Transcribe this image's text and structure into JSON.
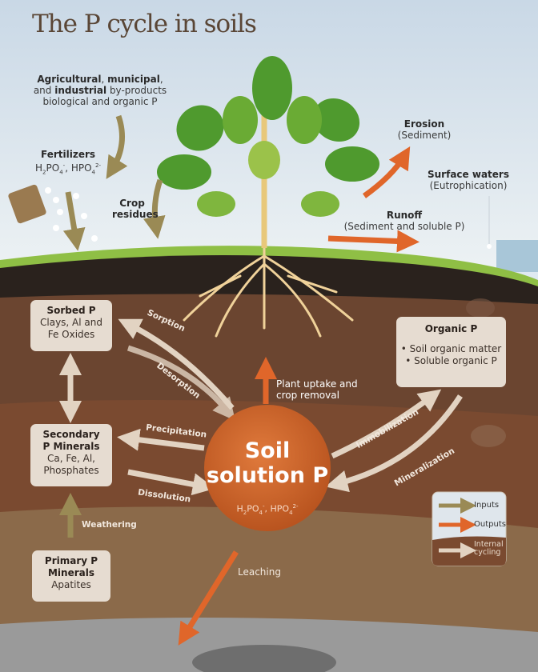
{
  "title": "The P cycle in soils",
  "inputs": {
    "byproducts": {
      "l1a": "Agricultural",
      "l1b": ", ",
      "l1c": "municipal",
      "l1d": ",",
      "l2a": "and ",
      "l2b": "industrial",
      "l2c": " by-products",
      "l3": "biological and organic P"
    },
    "fertilizers": {
      "title": "Fertilizers",
      "formula": [
        "H",
        "2",
        "PO",
        "4",
        "-",
        ", HPO",
        "4",
        "2-"
      ]
    },
    "crop_residues": [
      "Crop",
      "residues"
    ]
  },
  "outputs": {
    "erosion": {
      "title": "Erosion",
      "sub": "(Sediment)"
    },
    "surface_waters": {
      "title": "Surface waters",
      "sub": "(Eutrophication)"
    },
    "runoff": {
      "title": "Runoff",
      "sub": "(Sediment and soluble P)"
    },
    "leaching": "Leaching",
    "plant_uptake": [
      "Plant uptake and",
      "crop removal"
    ]
  },
  "pools": {
    "sorbed": {
      "title": "Sorbed P",
      "lines": [
        "Clays, Al and",
        "Fe Oxides"
      ]
    },
    "secondary": {
      "title": [
        "Secondary",
        "P Minerals"
      ],
      "lines": [
        "Ca, Fe, Al,",
        "Phosphates"
      ]
    },
    "primary": {
      "title": [
        "Primary P",
        "Minerals"
      ],
      "lines": [
        "Apatites"
      ]
    },
    "organic": {
      "title": "Organic P",
      "lines": [
        "• Soil organic matter",
        "• Soluble organic P"
      ]
    },
    "solution": {
      "title": [
        "Soil",
        "solution P"
      ],
      "formula": [
        "H",
        "2",
        "PO",
        "4",
        "-",
        ", HPO",
        "4",
        "2-"
      ]
    }
  },
  "processes": {
    "sorption": "Sorption",
    "desorption": "Desorption",
    "precipitation": "Precipitation",
    "dissolution": "Dissolution",
    "weathering": "Weathering",
    "immobilization": "Immobilization",
    "mineralization": "Mineralization"
  },
  "legend": {
    "inputs": "Inputs",
    "outputs": "Outputs",
    "internal": [
      "Internal",
      "cycling"
    ]
  },
  "colors": {
    "input": "#9a8a55",
    "output": "#e0662a",
    "internal": "#e2d3c2",
    "solution": "#d4692e"
  }
}
